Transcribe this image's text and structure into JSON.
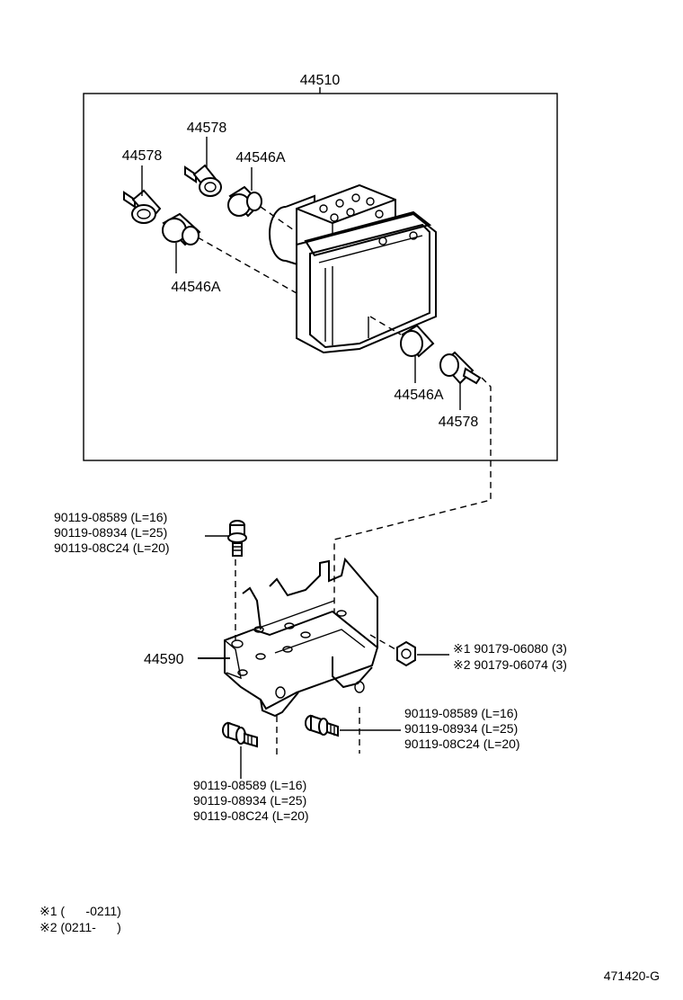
{
  "assembly": {
    "label": "44510"
  },
  "parts": {
    "damper_a_label_1": "44578",
    "damper_a_label_2": "44578",
    "damper_a_label_3": "44578",
    "cushion_label_1": "44546A",
    "cushion_label_2": "44546A",
    "cushion_label_3": "44546A",
    "bracket_label": "44590"
  },
  "bolts_top": [
    "90119-08589 (L=16)",
    "90119-08934 (L=25)",
    "90119-08C24 (L=20)"
  ],
  "nuts_right": [
    "※1 90179-06080 (3)",
    "※2 90179-06074 (3)"
  ],
  "bolts_right": [
    "90119-08589 (L=16)",
    "90119-08934 (L=25)",
    "90119-08C24 (L=20)"
  ],
  "bolts_bottom": [
    "90119-08589 (L=16)",
    "90119-08934 (L=25)",
    "90119-08C24 (L=20)"
  ],
  "notes": [
    "※1 (      -0211)",
    "※2 (0211-      )"
  ],
  "figure_code": "471420-G"
}
